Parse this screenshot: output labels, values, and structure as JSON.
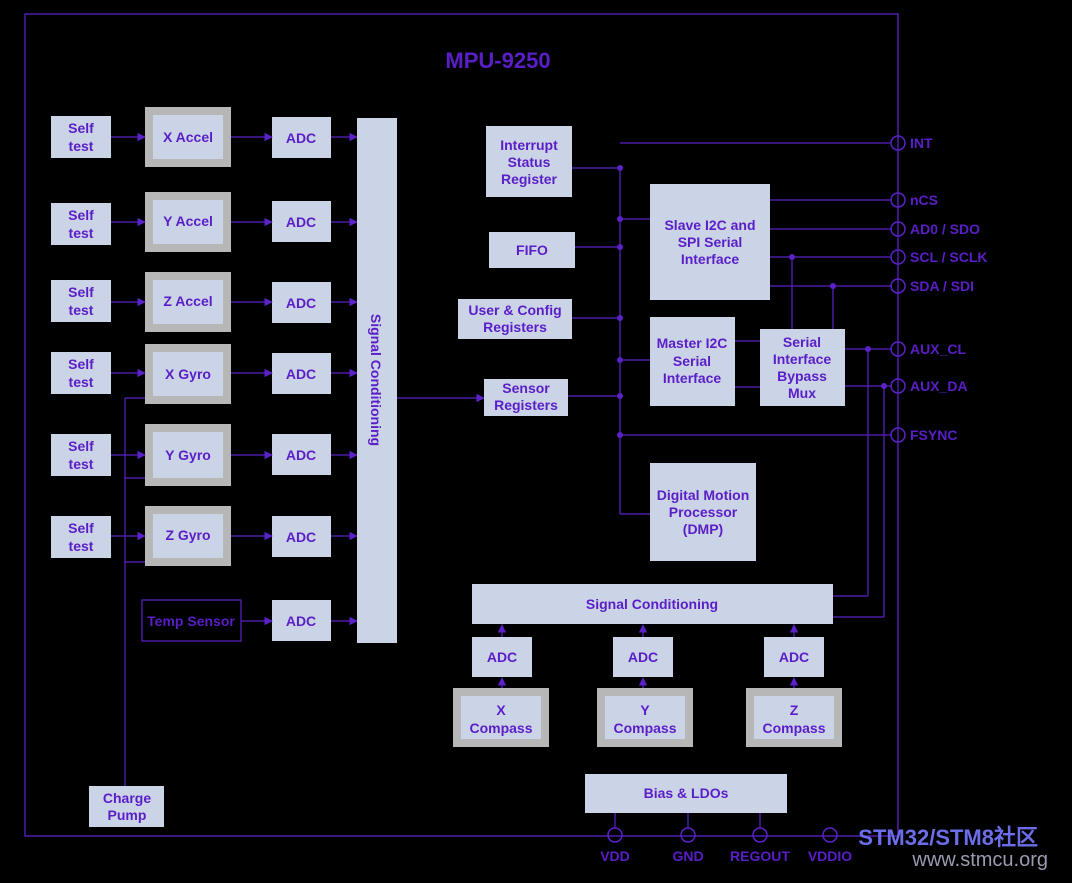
{
  "title": "MPU-9250",
  "left_column": {
    "self_test": "Self test",
    "adc": "ADC",
    "sensors": [
      "X Accel",
      "Y Accel",
      "Z Accel",
      "X Gyro",
      "Y Gyro",
      "Z Gyro"
    ],
    "temp_sensor": "Temp Sensor",
    "charge_pump": "Charge Pump"
  },
  "signal_conditioning_vertical": "Signal Conditioning",
  "registers": {
    "interrupt": "Interrupt Status Register",
    "fifo": "FIFO",
    "user_config": "User & Config Registers",
    "sensor": "Sensor Registers"
  },
  "interfaces": {
    "slave": "Slave I2C and SPI Serial Interface",
    "master": "Master I2C Serial Interface",
    "bypass": "Serial Interface Bypass Mux",
    "dmp": "Digital Motion Processor (DMP)"
  },
  "pins_right": [
    "INT",
    "nCS",
    "AD0 / SDO",
    "SCL / SCLK",
    "SDA / SDI",
    "AUX_CL",
    "AUX_DA",
    "FSYNC"
  ],
  "compass": {
    "signal_conditioning": "Signal Conditioning",
    "adc": "ADC",
    "sensors": [
      "X Compass",
      "Y Compass",
      "Z Compass"
    ]
  },
  "bias": "Bias & LDOs",
  "pins_bottom": [
    "VDD",
    "GND",
    "REGOUT",
    "VDDIO"
  ],
  "watermark": {
    "line1": "STM32/STM8社区",
    "line2": "www.stmcu.org"
  }
}
